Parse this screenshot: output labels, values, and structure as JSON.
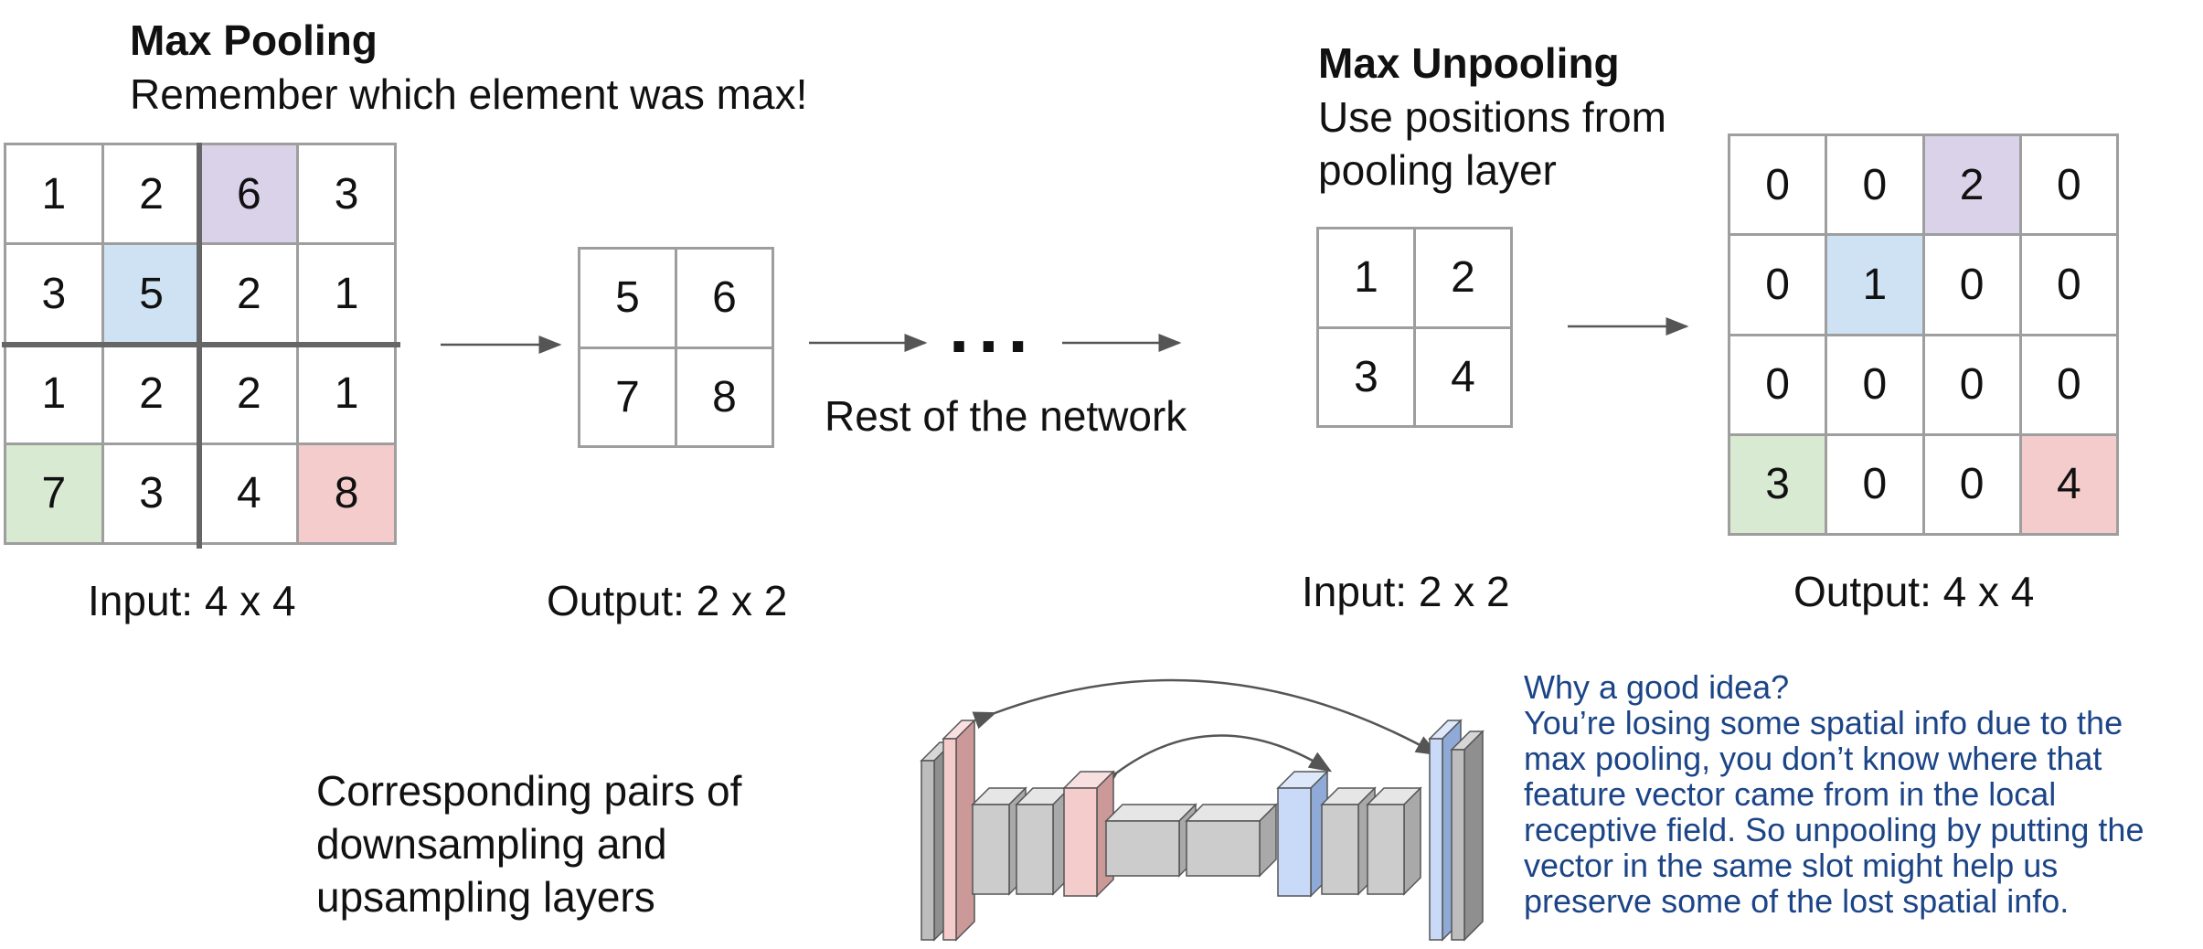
{
  "pooling": {
    "title": "Max Pooling",
    "subtitle": "Remember which element was max!",
    "input_grid": [
      [
        "1",
        "2",
        "6",
        "3"
      ],
      [
        "3",
        "5",
        "2",
        "1"
      ],
      [
        "1",
        "2",
        "2",
        "1"
      ],
      [
        "7",
        "3",
        "4",
        "8"
      ]
    ],
    "input_highlights": {
      "0-2": "#d9d2e9",
      "1-1": "#cfe2f3",
      "3-0": "#d9ead3",
      "3-3": "#f4cccc"
    },
    "input_label": "Input: 4 x 4",
    "output_grid": [
      [
        "5",
        "6"
      ],
      [
        "7",
        "8"
      ]
    ],
    "output_label": "Output: 2 x 2"
  },
  "network": {
    "ellipsis": "...",
    "label": "Rest of the network"
  },
  "unpooling": {
    "title": "Max Unpooling",
    "subtitle_line1": "Use positions from",
    "subtitle_line2": "pooling layer",
    "input_grid": [
      [
        "1",
        "2"
      ],
      [
        "3",
        "4"
      ]
    ],
    "input_label": "Input: 2 x 2",
    "output_grid": [
      [
        "0",
        "0",
        "2",
        "0"
      ],
      [
        "0",
        "1",
        "0",
        "0"
      ],
      [
        "0",
        "0",
        "0",
        "0"
      ],
      [
        "3",
        "0",
        "0",
        "4"
      ]
    ],
    "output_highlights": {
      "0-2": "#d9d2e9",
      "1-1": "#cfe2f3",
      "3-0": "#d9ead3",
      "3-3": "#f4cccc"
    },
    "output_label": "Output: 4 x 4"
  },
  "pairs_text": {
    "line1": "Corresponding pairs of",
    "line2": "downsampling and",
    "line3": "upsampling layers"
  },
  "note": {
    "lines": [
      "Why a good idea?",
      "You’re losing some spatial info due to the",
      "max pooling, you don’t know where that",
      "feature vector came from in the local",
      "receptive field. So unpooling by putting the",
      "vector in the same slot might help us",
      "preserve some of the lost spatial info."
    ]
  },
  "colors": {
    "purple": "#d9d2e9",
    "blue": "#cfe2f3",
    "green": "#d9ead3",
    "red": "#f4cccc",
    "grid_border": "#9e9e9e",
    "note_text": "#1c4587"
  }
}
